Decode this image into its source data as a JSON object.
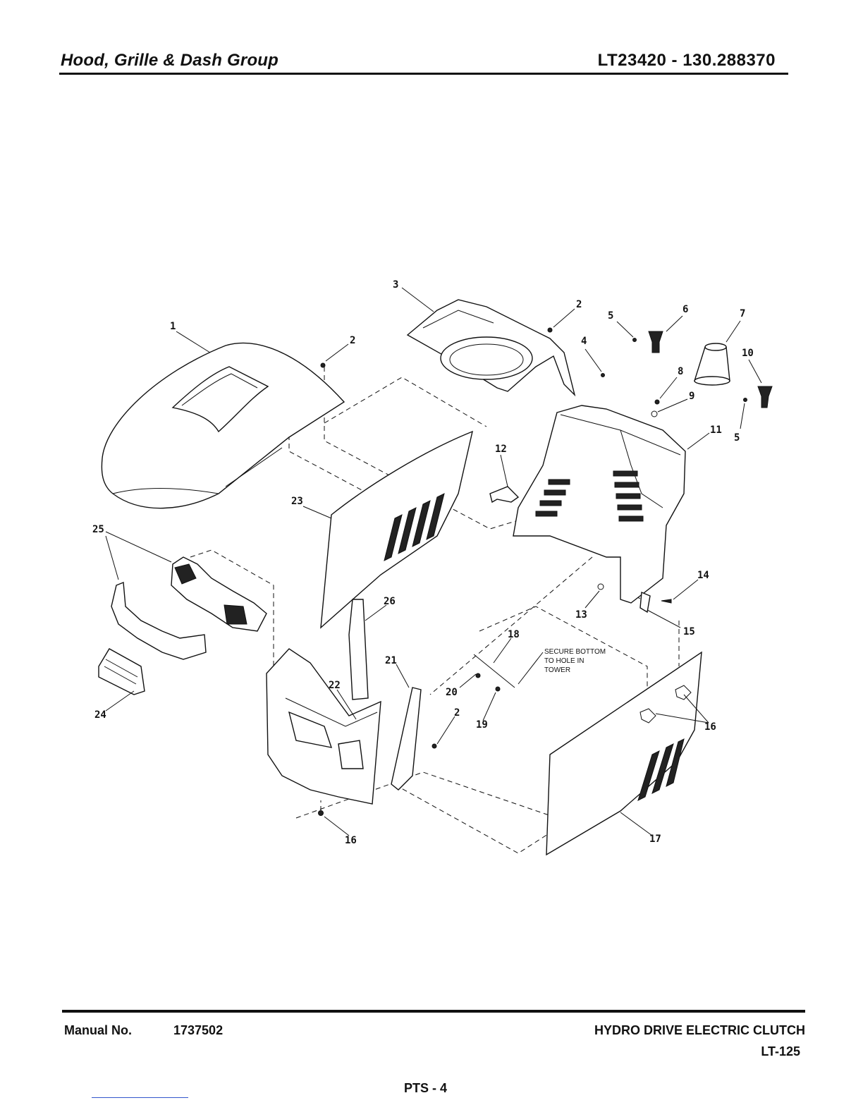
{
  "header": {
    "title": "Hood, Grille & Dash Group",
    "model": "LT23420 - 130.288370"
  },
  "diagram": {
    "callouts": [
      {
        "id": "c1",
        "label": "1"
      },
      {
        "id": "c2a",
        "label": "2"
      },
      {
        "id": "c3",
        "label": "3"
      },
      {
        "id": "c2b",
        "label": "2"
      },
      {
        "id": "c4",
        "label": "4"
      },
      {
        "id": "c5a",
        "label": "5"
      },
      {
        "id": "c6",
        "label": "6"
      },
      {
        "id": "c7",
        "label": "7"
      },
      {
        "id": "c10",
        "label": "10"
      },
      {
        "id": "c8",
        "label": "8"
      },
      {
        "id": "c9",
        "label": "9"
      },
      {
        "id": "c11",
        "label": "11"
      },
      {
        "id": "c5b",
        "label": "5"
      },
      {
        "id": "c12",
        "label": "12"
      },
      {
        "id": "c23",
        "label": "23"
      },
      {
        "id": "c25",
        "label": "25"
      },
      {
        "id": "c14",
        "label": "14"
      },
      {
        "id": "c13",
        "label": "13"
      },
      {
        "id": "c15",
        "label": "15"
      },
      {
        "id": "c26",
        "label": "26"
      },
      {
        "id": "c18",
        "label": "18"
      },
      {
        "id": "c21",
        "label": "21"
      },
      {
        "id": "c22",
        "label": "22"
      },
      {
        "id": "c20",
        "label": "20"
      },
      {
        "id": "c2c",
        "label": "2"
      },
      {
        "id": "c19",
        "label": "19"
      },
      {
        "id": "c24",
        "label": "24"
      },
      {
        "id": "c16a",
        "label": "16"
      },
      {
        "id": "c16b",
        "label": "16"
      },
      {
        "id": "c17",
        "label": "17"
      }
    ],
    "note_lines": [
      "SECURE BOTTOM",
      "TO HOLE IN",
      "TOWER"
    ]
  },
  "footer": {
    "manual_label": "Manual No.",
    "manual_number": "1737502",
    "description": "HYDRO DRIVE ELECTRIC CLUTCH",
    "model": "LT-125",
    "page": "PTS - 4"
  }
}
